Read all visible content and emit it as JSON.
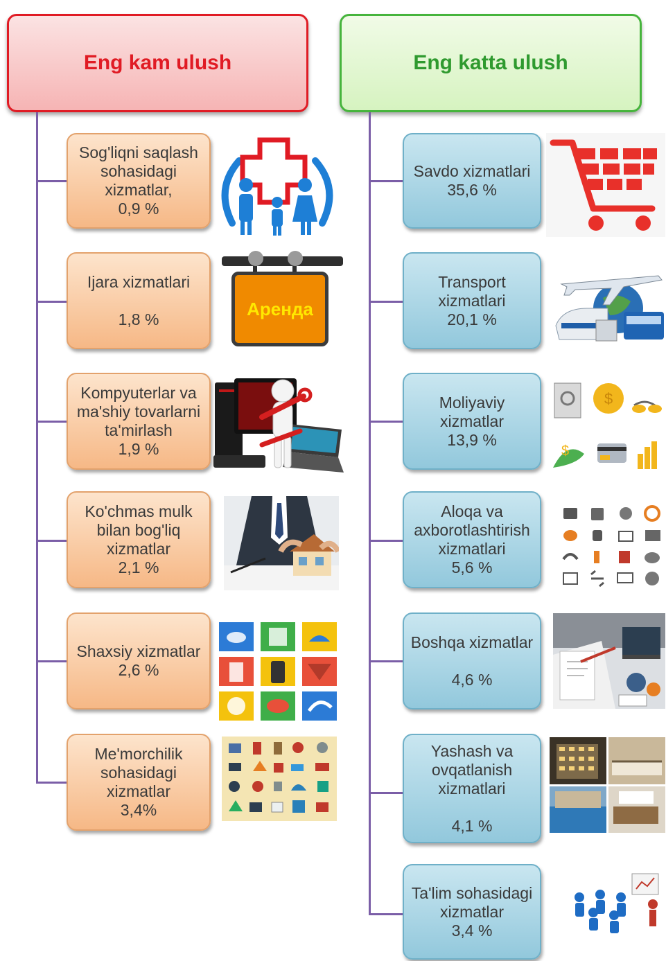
{
  "headers": {
    "left": "Eng kam ulush",
    "right": "Eng katta ulush"
  },
  "left_items": [
    {
      "label": "Sog'liqni saqlash\nsohasidagi\nxizmatlar,\n0,9 %",
      "icon": "healthcare-family-icon"
    },
    {
      "label": "Ijara xizmatlari\n\n1,8 %",
      "icon": "rent-sign-icon"
    },
    {
      "label": "Kompyuterlar va\nma'shiy tovarlarni\nta'mirlash\n1,9 %",
      "icon": "computer-repair-icon"
    },
    {
      "label": "Ko'chmas mulk\nbilan bog'liq\nxizmatlar\n2,1 %",
      "icon": "real-estate-icon"
    },
    {
      "label": "Shaxsiy xizmatlar\n2,6 %",
      "icon": "personal-services-icon"
    },
    {
      "label": "Me'morchilik\nsohasidagi\nxizmatlar\n3,4%",
      "icon": "architecture-icons-icon"
    }
  ],
  "right_items": [
    {
      "label": "Savdo xizmatlari\n35,6 %",
      "icon": "shopping-cart-icon"
    },
    {
      "label": "Transport\nxizmatlari\n20,1 %",
      "icon": "transport-icon"
    },
    {
      "label": "Moliyaviy\nxizmatlar\n13,9 %",
      "icon": "finance-icon"
    },
    {
      "label": "Aloqa va\naxborotlashtirish\nxizmatlari\n5,6 %",
      "icon": "communication-icon"
    },
    {
      "label": "Boshqa xizmatlar\n\n4,6 %",
      "icon": "office-work-icon"
    },
    {
      "label": "Yashash va\novqatlanish\nxizmatlari\n\n4,1 %",
      "icon": "hotel-restaurant-icon"
    },
    {
      "label": "Ta'lim sohasidagi\nxizmatlar\n3,4 %",
      "icon": "education-icon"
    }
  ],
  "rent_sign_text": "Аренда",
  "colors": {
    "left_header_border": "#e01b24",
    "right_header_border": "#46b43c",
    "connector": "#7b5ea7",
    "orange_box": "#f6b886",
    "blue_box": "#92c8dc"
  }
}
